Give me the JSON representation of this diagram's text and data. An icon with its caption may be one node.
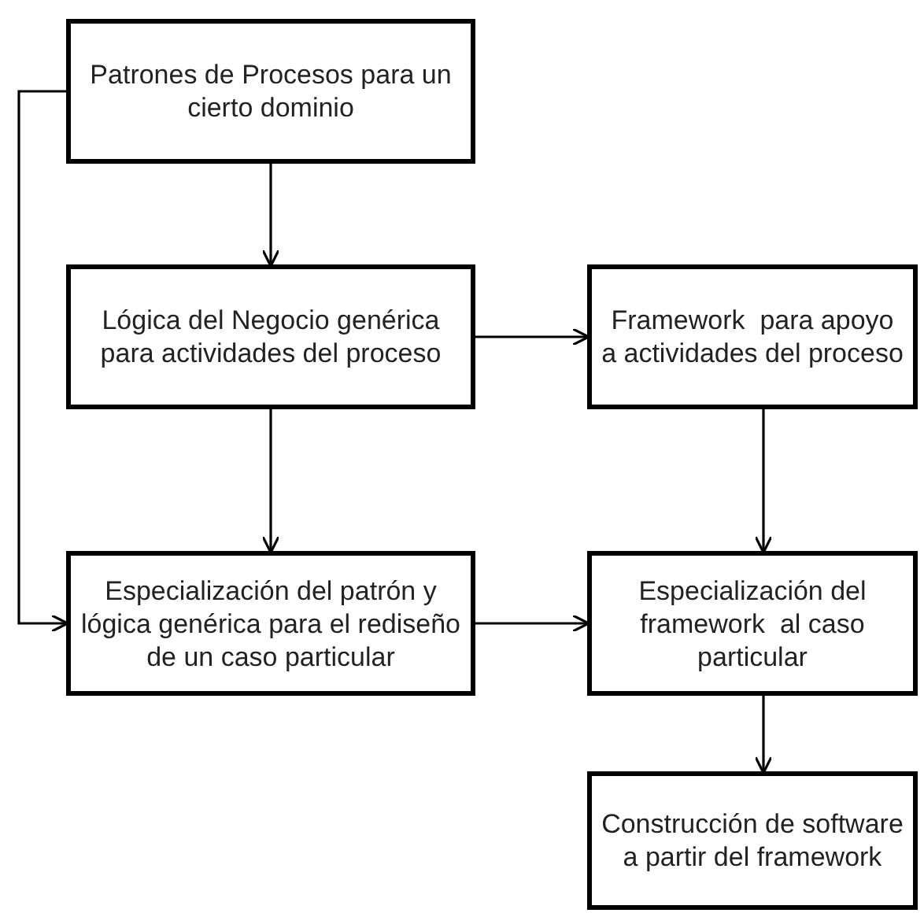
{
  "diagram": {
    "nodes": [
      {
        "text": [
          "Patrones de Procesos para un cierto dominio"
        ]
      },
      {
        "text": [
          "Lógica del Negocio genérica para actividades del proceso"
        ]
      },
      {
        "text": [
          "Framework  para apoyo a actividades del proceso"
        ]
      },
      {
        "text": [
          "Especialización del patrón y lógica genérica para el rediseño de un caso particular"
        ]
      },
      {
        "text": [
          "Especialización del framework  al caso particular"
        ]
      },
      {
        "text": [
          "Construcción de software a partir del framework"
        ]
      }
    ],
    "edges": [
      {
        "from": 0,
        "to": 1,
        "arrow": "to"
      },
      {
        "from": 1,
        "to": 2,
        "arrow": "to"
      },
      {
        "from": 1,
        "to": 3,
        "arrow": "to"
      },
      {
        "from": 2,
        "to": 4,
        "arrow": "to"
      },
      {
        "from": 0,
        "to": 3,
        "arrow": "to"
      },
      {
        "from": 3,
        "to": 4,
        "arrow": "to"
      },
      {
        "from": 4,
        "to": 5,
        "arrow": "to"
      }
    ]
  }
}
